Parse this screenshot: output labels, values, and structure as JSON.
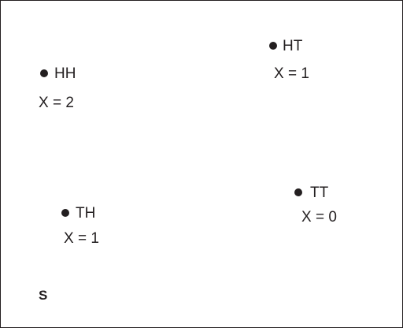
{
  "sample_space": {
    "label": "S",
    "outcomes": [
      {
        "outcome": "HH",
        "value": "X = 2"
      },
      {
        "outcome": "HT",
        "value": "X = 1"
      },
      {
        "outcome": "TH",
        "value": "X = 1"
      },
      {
        "outcome": "TT",
        "value": "X = 0"
      }
    ]
  }
}
